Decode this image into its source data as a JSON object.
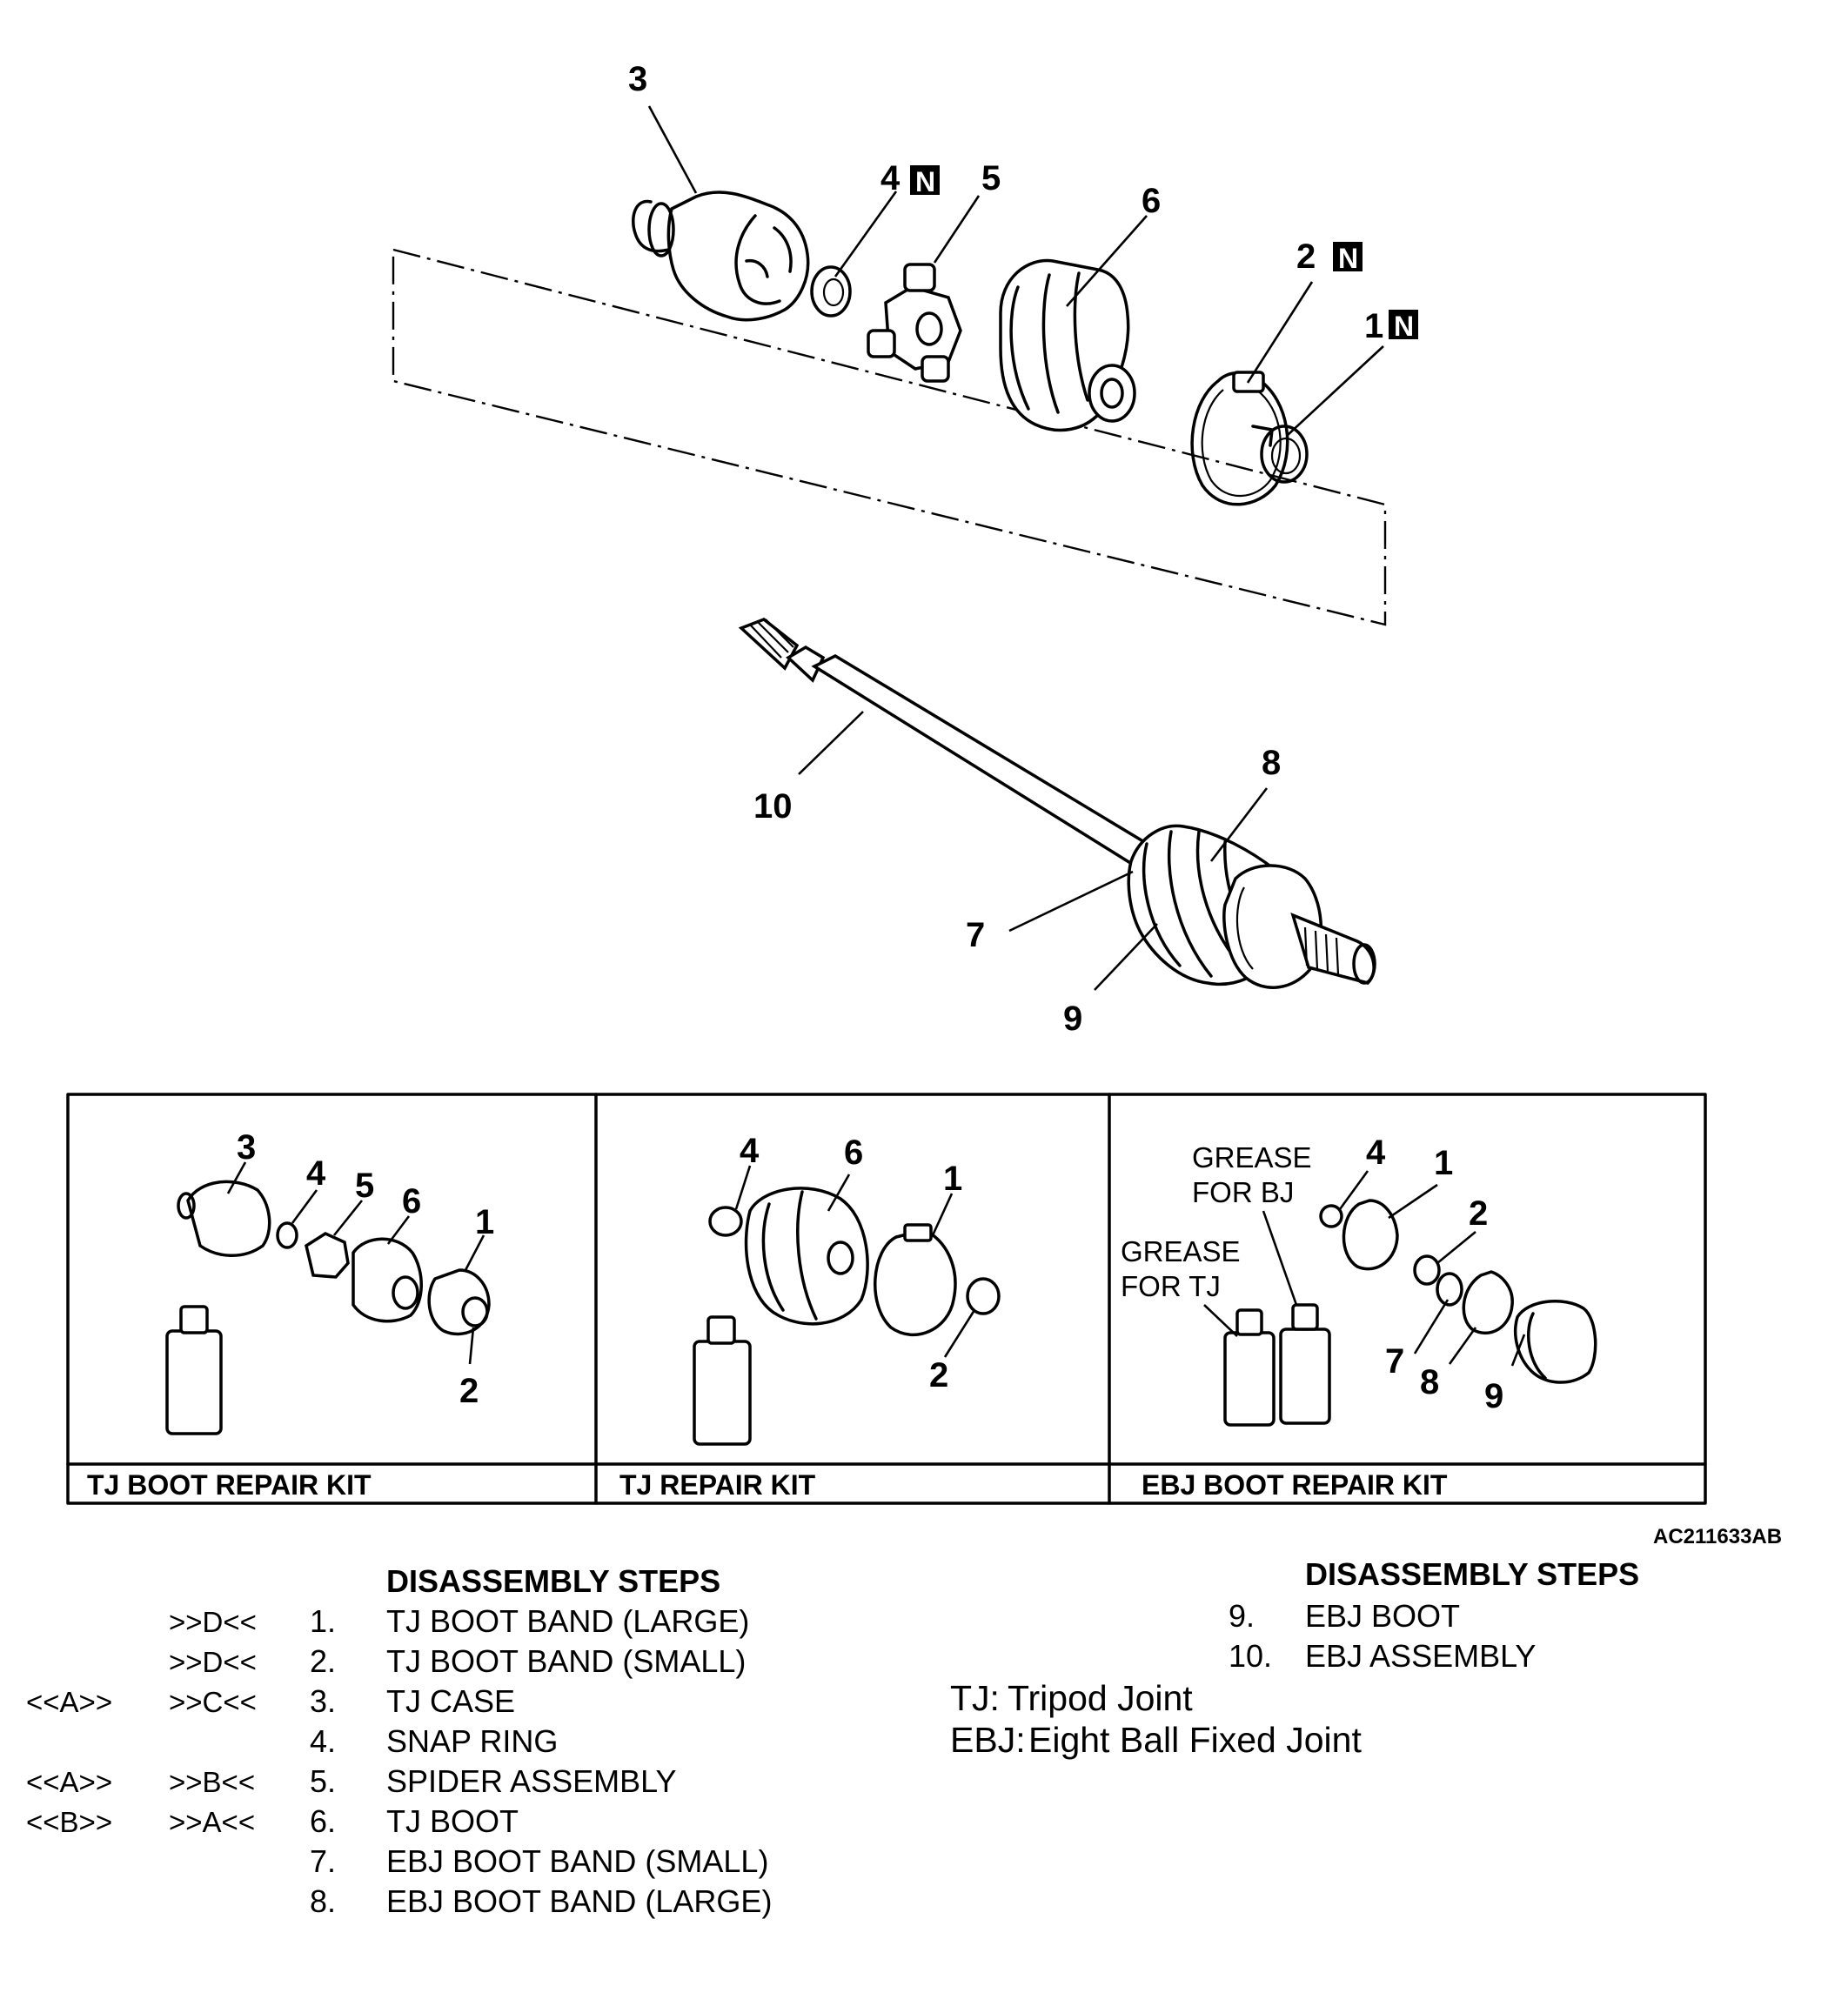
{
  "callouts": {
    "p1": "1",
    "p2": "2",
    "p3": "3",
    "p4": "4",
    "p5": "5",
    "p6": "6",
    "p7": "7",
    "p8": "8",
    "p9": "9",
    "p10": "10",
    "new_part_badge": "N"
  },
  "kits": [
    {
      "title": "TJ BOOT REPAIR KIT",
      "labels": [
        "3",
        "4",
        "5",
        "6",
        "1",
        "2"
      ]
    },
    {
      "title": "TJ REPAIR KIT",
      "labels": [
        "4",
        "6",
        "1",
        "2"
      ]
    },
    {
      "title": "EBJ BOOT REPAIR KIT",
      "labels": [
        "4",
        "1",
        "2",
        "7",
        "8",
        "9"
      ],
      "notes": [
        "GREASE",
        "FOR BJ",
        "GREASE",
        "FOR TJ"
      ]
    }
  ],
  "figure_id": "AC211633AB",
  "disassembly_left": {
    "heading": "DISASSEMBLY STEPS",
    "rows": [
      {
        "col1": "",
        "col2": ">>D<<",
        "num": "1.",
        "name": "TJ BOOT BAND (LARGE)"
      },
      {
        "col1": "",
        "col2": ">>D<<",
        "num": "2.",
        "name": "TJ BOOT BAND (SMALL)"
      },
      {
        "col1": "<<A>>",
        "col2": ">>C<<",
        "num": "3.",
        "name": "TJ CASE"
      },
      {
        "col1": "",
        "col2": "",
        "num": "4.",
        "name": "SNAP RING"
      },
      {
        "col1": "<<A>>",
        "col2": ">>B<<",
        "num": "5.",
        "name": "SPIDER ASSEMBLY"
      },
      {
        "col1": "<<B>>",
        "col2": ">>A<<",
        "num": "6.",
        "name": "TJ BOOT"
      },
      {
        "col1": "",
        "col2": "",
        "num": "7.",
        "name": "EBJ BOOT BAND (SMALL)"
      },
      {
        "col1": "",
        "col2": "",
        "num": "8.",
        "name": "EBJ BOOT BAND (LARGE)"
      }
    ]
  },
  "disassembly_right": {
    "heading": "DISASSEMBLY STEPS",
    "rows": [
      {
        "num": "9.",
        "name": "EBJ BOOT"
      },
      {
        "num": "10.",
        "name": "EBJ ASSEMBLY"
      }
    ]
  },
  "legend": [
    {
      "abbr": "TJ:",
      "text": "Tripod Joint"
    },
    {
      "abbr": "EBJ:",
      "text": "Eight Ball Fixed Joint"
    }
  ]
}
